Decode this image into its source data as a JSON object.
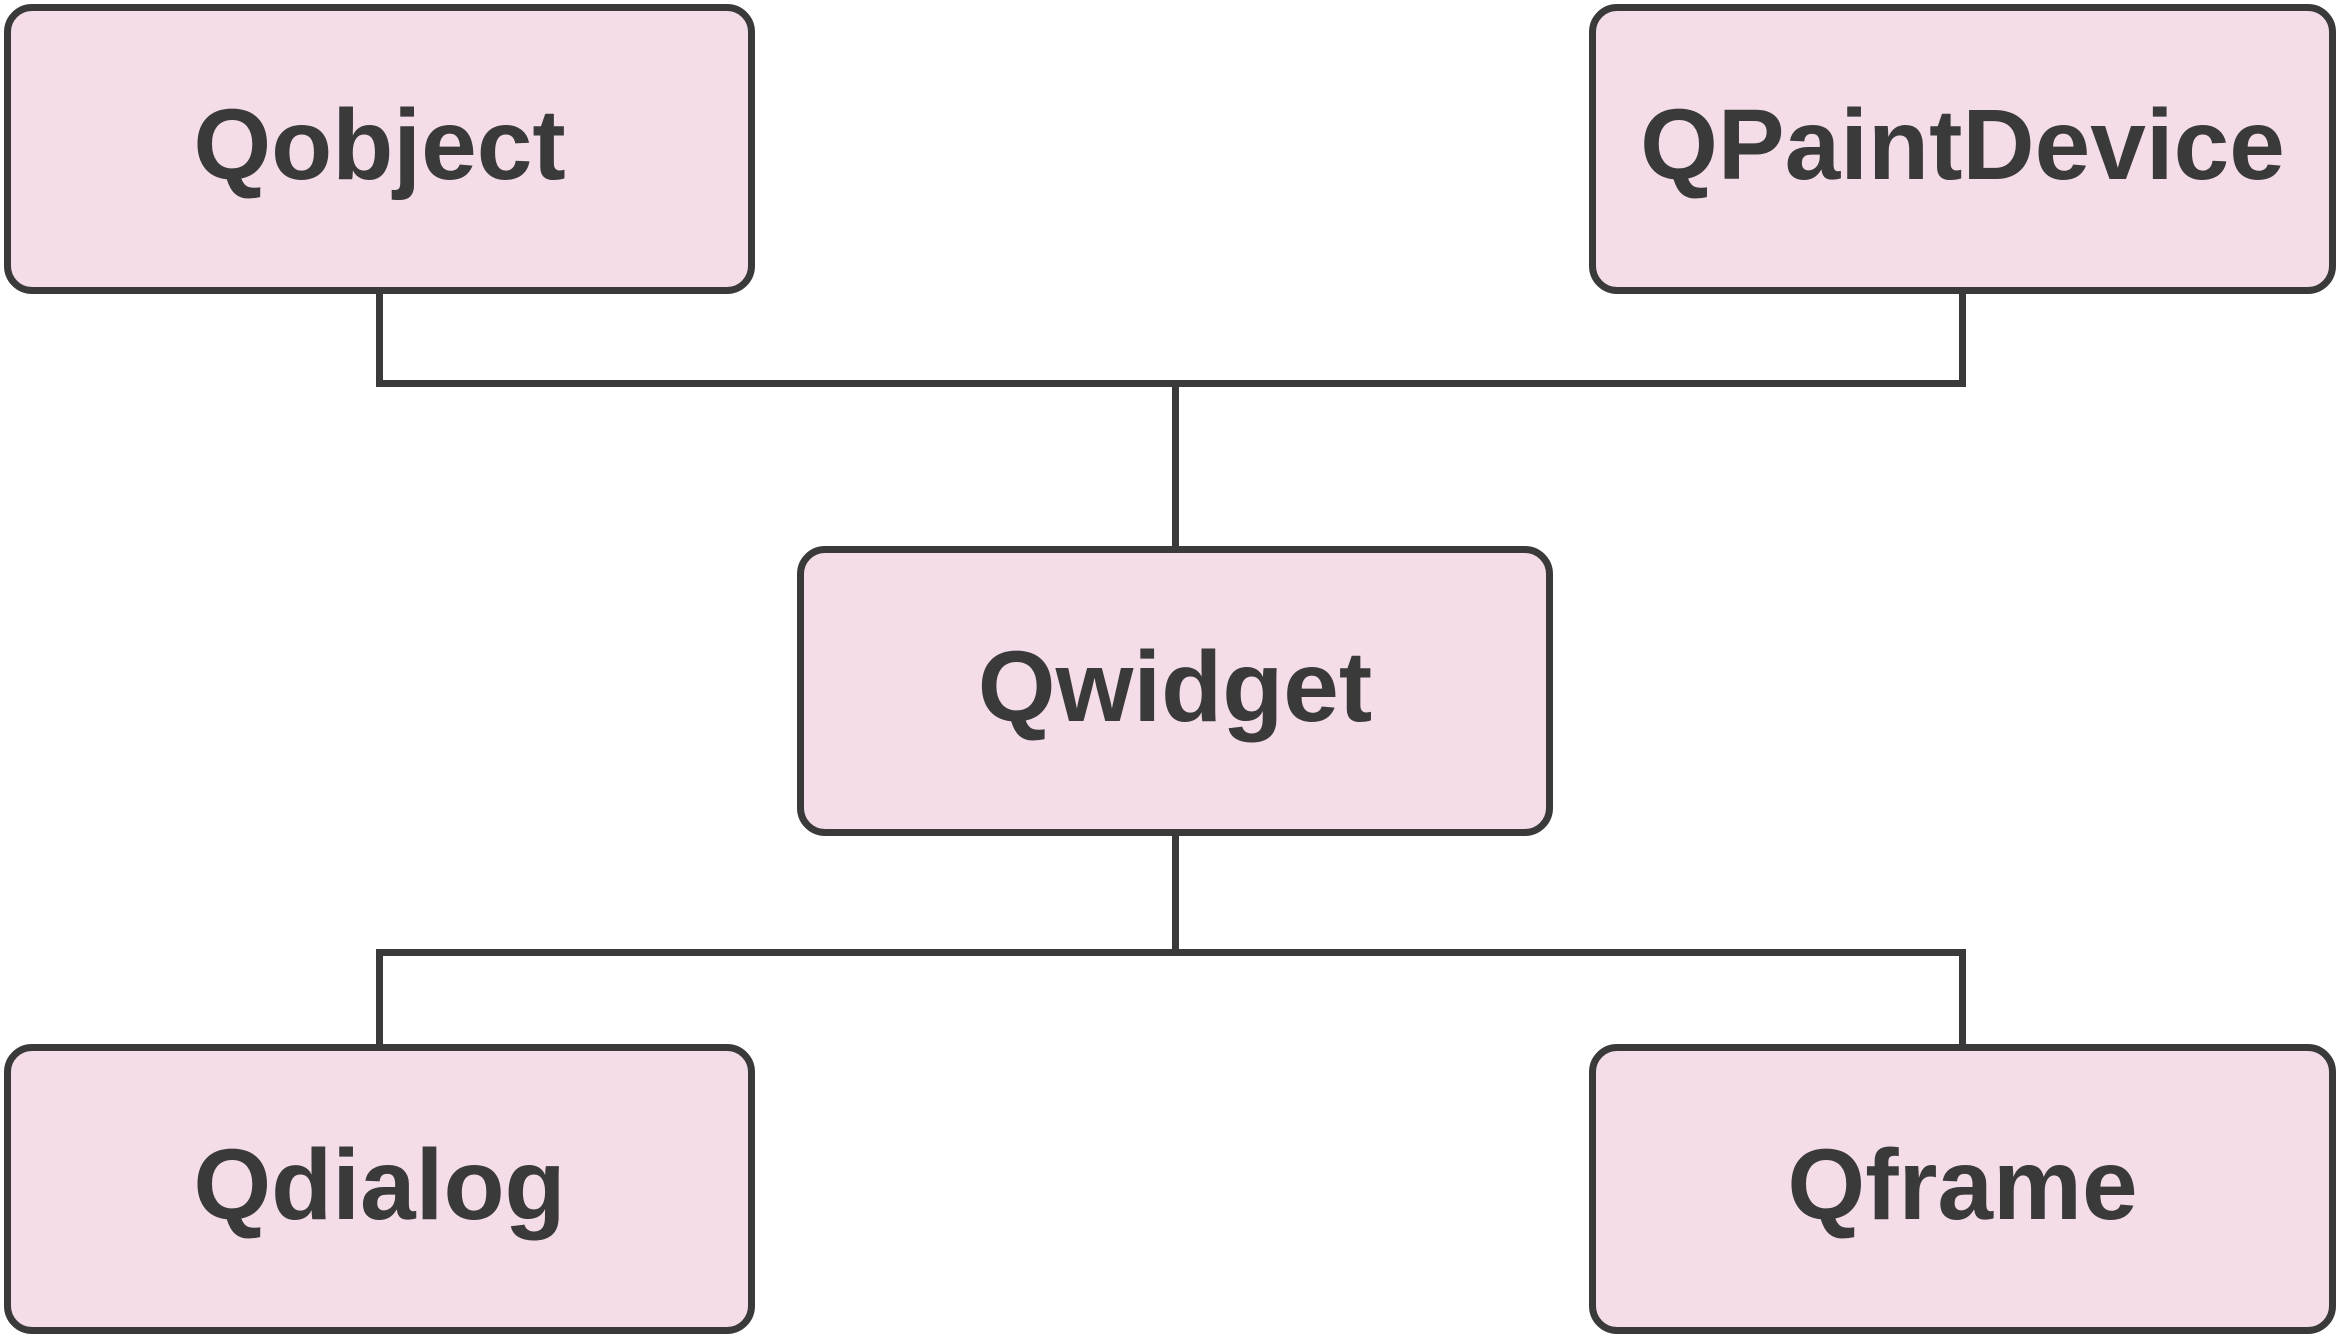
{
  "diagram": {
    "type": "class-hierarchy",
    "background": "#ffffff",
    "colors": {
      "node_fill": "#f4dde9",
      "node_border": "#3a3a3a",
      "connector": "#3a3a3a",
      "text": "#3a3a3a"
    },
    "nodes": {
      "qobject": {
        "label": "Qobject"
      },
      "qpaintdevice": {
        "label": "QPaintDevice"
      },
      "qwidget": {
        "label": "Qwidget"
      },
      "qdialog": {
        "label": "Qdialog"
      },
      "qframe": {
        "label": "Qframe"
      }
    },
    "edges": [
      {
        "from": "Qobject",
        "to": "Qwidget"
      },
      {
        "from": "QPaintDevice",
        "to": "Qwidget"
      },
      {
        "from": "Qwidget",
        "to": "Qdialog"
      },
      {
        "from": "Qwidget",
        "to": "Qframe"
      }
    ]
  }
}
